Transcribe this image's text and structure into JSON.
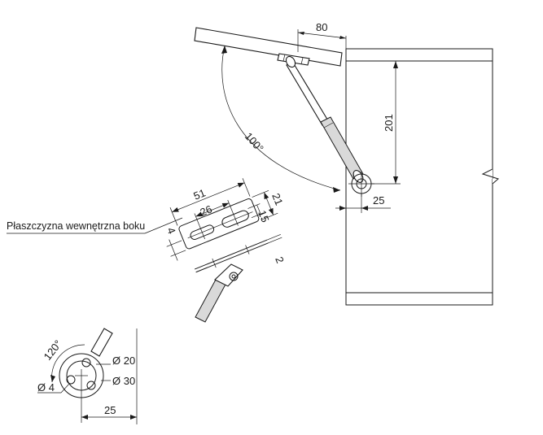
{
  "dimensions": {
    "flap_offset": "80",
    "pivot_height": "201",
    "opening_angle": "100°",
    "pivot_side_offset": "25",
    "bracket_length": "51",
    "bracket_height": "21",
    "slot_spacing": "26",
    "slot_height": "15",
    "bracket_edge": "4",
    "bracket_thickness": "2",
    "mount_angle": "120°",
    "hole_diameter": "Ø 4",
    "inner_diameter": "Ø 20",
    "outer_diameter": "Ø 30",
    "mount_offset": "25"
  },
  "labels": {
    "inner_plane": "Płaszczyzna wewnętrzna boku"
  },
  "colors": {
    "line": "#1a1a1a",
    "rod_fill": "#d9d9d9",
    "background": "#ffffff"
  }
}
